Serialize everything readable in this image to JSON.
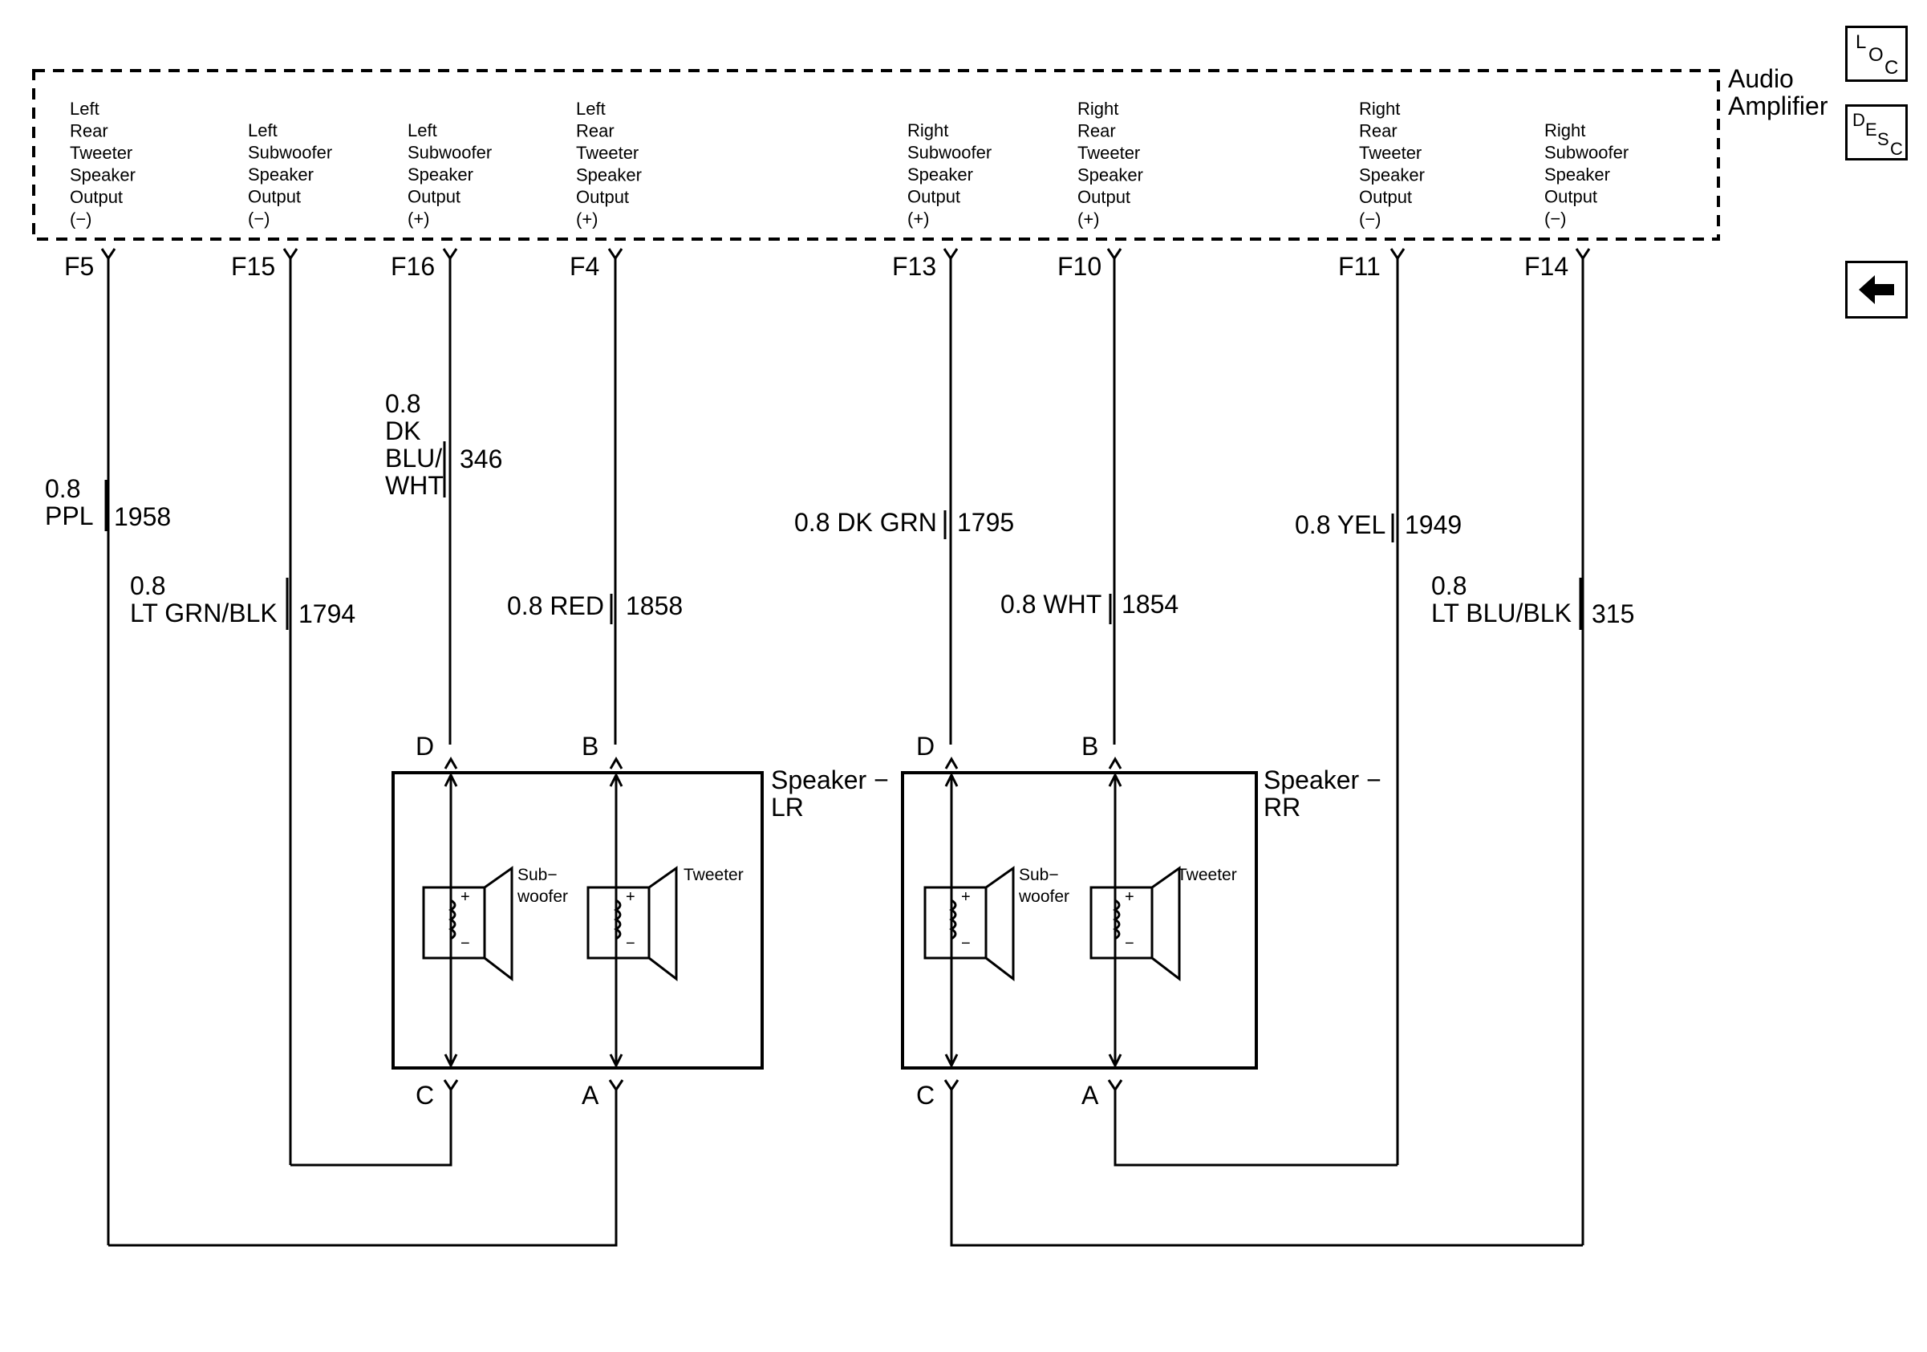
{
  "amplifier": {
    "name_line1": "Audio",
    "name_line2": "Amplifier",
    "outputs": [
      {
        "pin": "F5",
        "label": [
          "Left",
          "Rear",
          "Tweeter",
          "Speaker",
          "Output",
          "(−)"
        ]
      },
      {
        "pin": "F15",
        "label": [
          "Left",
          "Subwoofer",
          "Speaker",
          "Output",
          "(−)"
        ]
      },
      {
        "pin": "F16",
        "label": [
          "Left",
          "Subwoofer",
          "Speaker",
          "Output",
          "(+)"
        ]
      },
      {
        "pin": "F4",
        "label": [
          "Left",
          "Rear",
          "Tweeter",
          "Speaker",
          "Output",
          "(+)"
        ]
      },
      {
        "pin": "F13",
        "label": [
          "Right",
          "Subwoofer",
          "Speaker",
          "Output",
          "(+)"
        ]
      },
      {
        "pin": "F10",
        "label": [
          "Right",
          "Rear",
          "Tweeter",
          "Speaker",
          "Output",
          "(+)"
        ]
      },
      {
        "pin": "F11",
        "label": [
          "Right",
          "Rear",
          "Tweeter",
          "Speaker",
          "Output",
          "(−)"
        ]
      },
      {
        "pin": "F14",
        "label": [
          "Right",
          "Subwoofer",
          "Speaker",
          "Output",
          "(−)"
        ]
      }
    ]
  },
  "wires": [
    {
      "size_color": [
        "0.8",
        "PPL"
      ],
      "circuit": "1958"
    },
    {
      "size_color": [
        "0.8",
        "LT GRN/BLK"
      ],
      "circuit": "1794"
    },
    {
      "size_color": [
        "0.8",
        "DK",
        "BLU/",
        "WHT"
      ],
      "circuit": "346"
    },
    {
      "size_color": [
        "0.8 RED"
      ],
      "circuit": "1858"
    },
    {
      "size_color": [
        "0.8 DK GRN"
      ],
      "circuit": "1795"
    },
    {
      "size_color": [
        "0.8 WHT"
      ],
      "circuit": "1854"
    },
    {
      "size_color": [
        "0.8 YEL"
      ],
      "circuit": "1949"
    },
    {
      "size_color": [
        "0.8",
        "LT BLU/BLK"
      ],
      "circuit": "315"
    }
  ],
  "speakers": [
    {
      "name": [
        "Speaker −",
        "LR"
      ],
      "pins_top": [
        "D",
        "B"
      ],
      "pins_bottom": [
        "C",
        "A"
      ],
      "subwoofer": [
        "Sub−",
        "woofer"
      ],
      "tweeter": "Tweeter"
    },
    {
      "name": [
        "Speaker −",
        "RR"
      ],
      "pins_top": [
        "D",
        "B"
      ],
      "pins_bottom": [
        "C",
        "A"
      ],
      "subwoofer": [
        "Sub−",
        "woofer"
      ],
      "tweeter": "Tweeter"
    }
  ],
  "polarity": {
    "plus": "+",
    "minus": "−"
  },
  "nav": {
    "loc": [
      "L",
      "O",
      "C"
    ],
    "desc": [
      "D",
      "E",
      "S",
      "C"
    ],
    "back_icon": "left-arrow-icon"
  }
}
